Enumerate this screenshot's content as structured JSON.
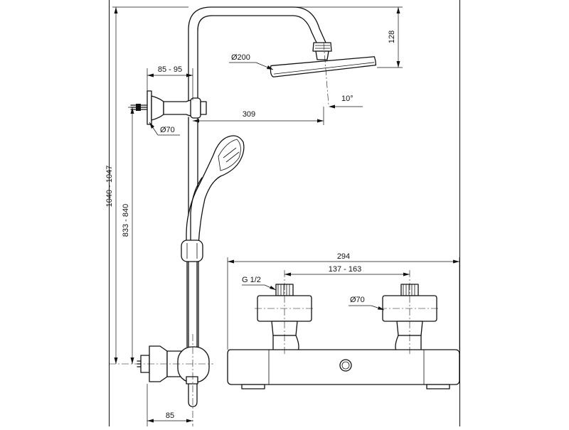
{
  "dimensions": {
    "arm_reach": "85 - 95",
    "shower_head_height": "128",
    "shower_head_diameter": "Ø200",
    "wall_bracket_diameter": "Ø70",
    "head_projection": "309",
    "head_tilt": "10°",
    "total_height": "1040 - 1047",
    "bracket_height": "833 - 840",
    "mixer_offset": "85",
    "mixer_width": "294",
    "inlet_spacing": "137 - 163",
    "inlet_thread": "G 1/2",
    "flange_diameter": "Ø70"
  }
}
